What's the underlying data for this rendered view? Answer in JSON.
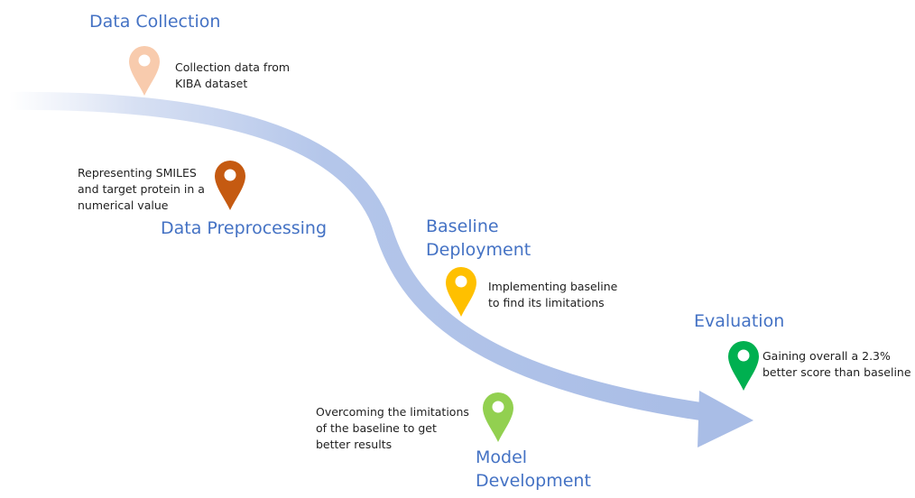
{
  "colors": {
    "arrow": "#aec0e6",
    "title": "#4472c4",
    "text": "#1f1f1f",
    "pin_icons": [
      "#f8cbad",
      "#c55a11",
      "#ffc000",
      "#92d050",
      "#00b050"
    ]
  },
  "icons": {
    "pin": "map-pin-icon"
  },
  "steps": [
    {
      "id": "data-collection",
      "title": [
        "Data Collection"
      ],
      "description": [
        "Collection data from",
        "KIBA dataset"
      ],
      "pin_color": "#f8cbad"
    },
    {
      "id": "data-preprocessing",
      "title": [
        "Data Preprocessing"
      ],
      "description": [
        "Representing SMILES",
        "and target protein in a",
        "numerical value"
      ],
      "pin_color": "#c55a11"
    },
    {
      "id": "baseline-deployment",
      "title": [
        "Baseline",
        "Deployment"
      ],
      "description": [
        "Implementing baseline",
        "to find its limitations"
      ],
      "pin_color": "#ffc000"
    },
    {
      "id": "model-development",
      "title": [
        "Model",
        "Development"
      ],
      "description": [
        "Overcoming the limitations",
        "of the baseline to get",
        "better results"
      ],
      "pin_color": "#92d050"
    },
    {
      "id": "evaluation",
      "title": [
        "Evaluation"
      ],
      "description": [
        "Gaining overall a 2.3%",
        "better score than baseline"
      ],
      "pin_color": "#00b050"
    }
  ]
}
